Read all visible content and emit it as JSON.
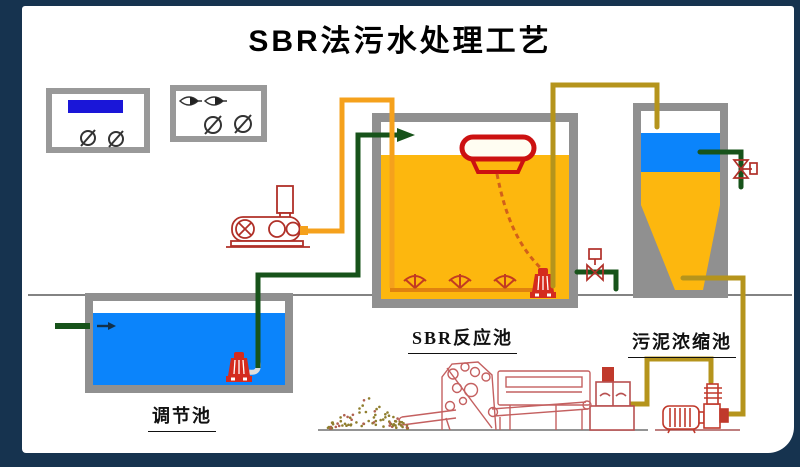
{
  "title": "SBR法污水处理工艺",
  "tanks": {
    "regulation": {
      "label": "调节池"
    },
    "sbr": {
      "label": "SBR反应池"
    },
    "thickener": {
      "label": "污泥浓缩池"
    }
  },
  "colors": {
    "frame_navy": "#16334F",
    "tank_wall_gray": "#909090",
    "water_blue": "#0B84FB",
    "mixed_liquor_orange": "#FDB70E",
    "air_pipe_orange": "#F5A11C",
    "sludge_pipe_gold": "#B5941C",
    "water_pipe_green": "#17531A",
    "equipment_red": "#C0392B",
    "pump_red": "#D42B1E",
    "display_blue": "#1A16D8",
    "panel_border_gray": "#999999"
  }
}
